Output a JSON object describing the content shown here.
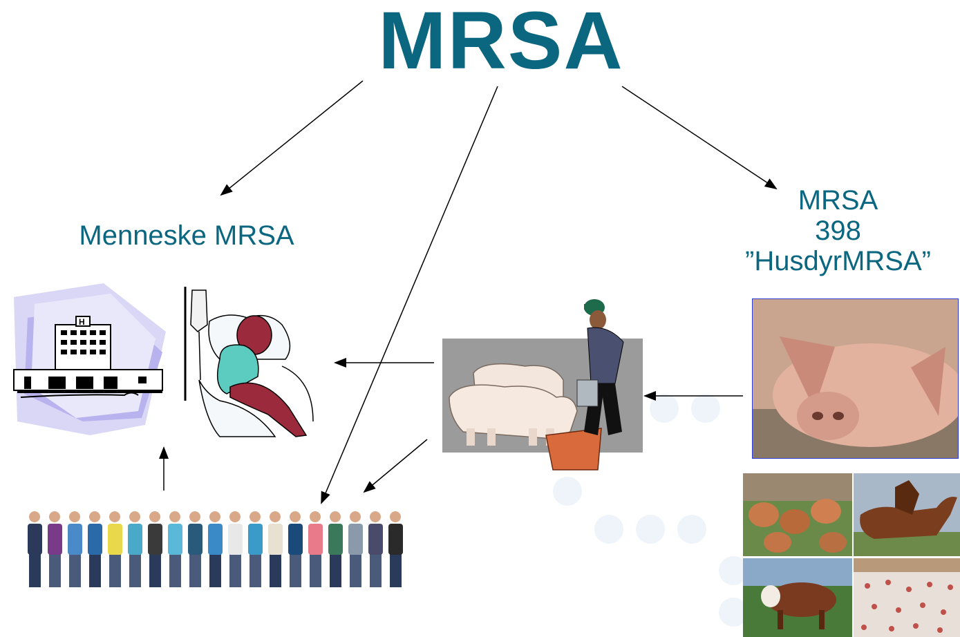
{
  "title": "MRSA",
  "human_label": "Menneske MRSA",
  "livestock_label": {
    "line1": "MRSA",
    "line2": "398",
    "line3": "”HusdyrMRSA”"
  },
  "colors": {
    "title": "#0b6680",
    "arrow": "#000000",
    "bubble": "#eef4f9"
  },
  "icons": [
    "hospital-icon",
    "patient-iv-icon",
    "crowd-icon",
    "farmer-pigs-icon",
    "pig-photo",
    "chickens-photo",
    "horses-photo",
    "cow-photo",
    "turkeys-photo"
  ]
}
